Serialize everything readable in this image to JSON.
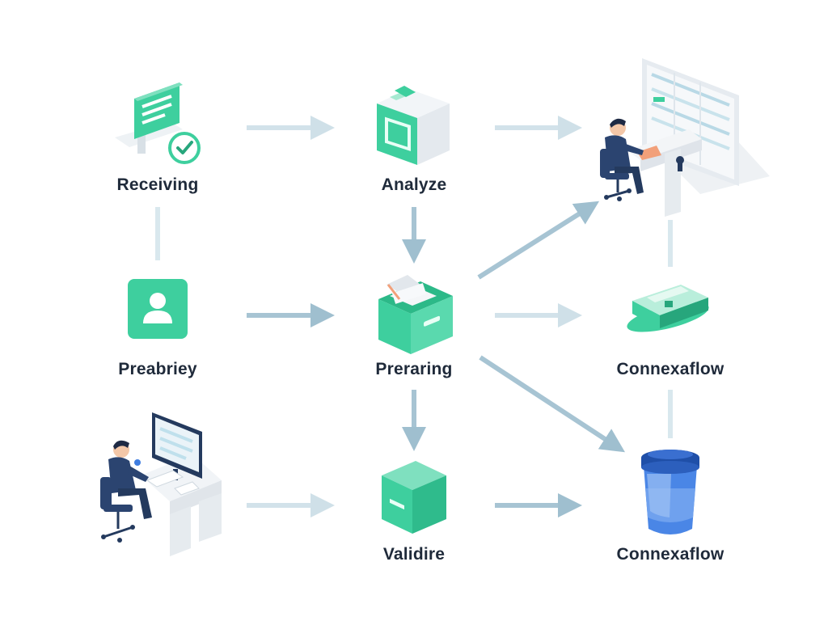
{
  "diagram": {
    "nodes": [
      {
        "id": "receiving",
        "label": "Receiving",
        "icon": "document-check-icon"
      },
      {
        "id": "analyze",
        "label": "Analyze",
        "icon": "open-box-icon"
      },
      {
        "id": "workstation-top",
        "label": "",
        "icon": "person-at-dashboard-desk-icon"
      },
      {
        "id": "preabriey",
        "label": "Preabriey",
        "icon": "user-card-icon"
      },
      {
        "id": "preraring",
        "label": "Preraring",
        "icon": "file-box-icon"
      },
      {
        "id": "connexaflow-1",
        "label": "Connexaflow",
        "icon": "green-book-icon"
      },
      {
        "id": "workstation-bottom",
        "label": "",
        "icon": "person-at-computer-desk-icon"
      },
      {
        "id": "validire",
        "label": "Validire",
        "icon": "green-cube-icon"
      },
      {
        "id": "connexaflow-2",
        "label": "Connexaflow",
        "icon": "database-cup-icon"
      }
    ],
    "edges": [
      {
        "from": "receiving",
        "to": "analyze",
        "style": "arrow-faint"
      },
      {
        "from": "analyze",
        "to": "workstation-top",
        "style": "arrow-faint"
      },
      {
        "from": "receiving",
        "to": "preabriey",
        "style": "line"
      },
      {
        "from": "analyze",
        "to": "preraring",
        "style": "arrow"
      },
      {
        "from": "preabriey",
        "to": "preraring",
        "style": "arrow"
      },
      {
        "from": "preraring",
        "to": "workstation-top",
        "style": "arrow-diagonal"
      },
      {
        "from": "preraring",
        "to": "connexaflow-1",
        "style": "arrow-faint"
      },
      {
        "from": "preraring",
        "to": "validire",
        "style": "arrow"
      },
      {
        "from": "preraring",
        "to": "connexaflow-2",
        "style": "arrow-diagonal"
      },
      {
        "from": "workstation-top",
        "to": "connexaflow-1",
        "style": "line"
      },
      {
        "from": "connexaflow-1",
        "to": "connexaflow-2",
        "style": "line"
      },
      {
        "from": "workstation-bottom",
        "to": "validire",
        "style": "arrow-faint"
      },
      {
        "from": "validire",
        "to": "connexaflow-2",
        "style": "arrow"
      }
    ]
  },
  "colors": {
    "teal": "#3ecf9e",
    "teal_dark": "#27a67c",
    "teal_light": "#b9eedb",
    "arrow": "#9fbfcf",
    "arrow_faint": "#cfe0e8",
    "navy": "#243a5e",
    "blue": "#3f7de0",
    "grey": "#e3e8ee",
    "label": "#1f2a3a"
  }
}
